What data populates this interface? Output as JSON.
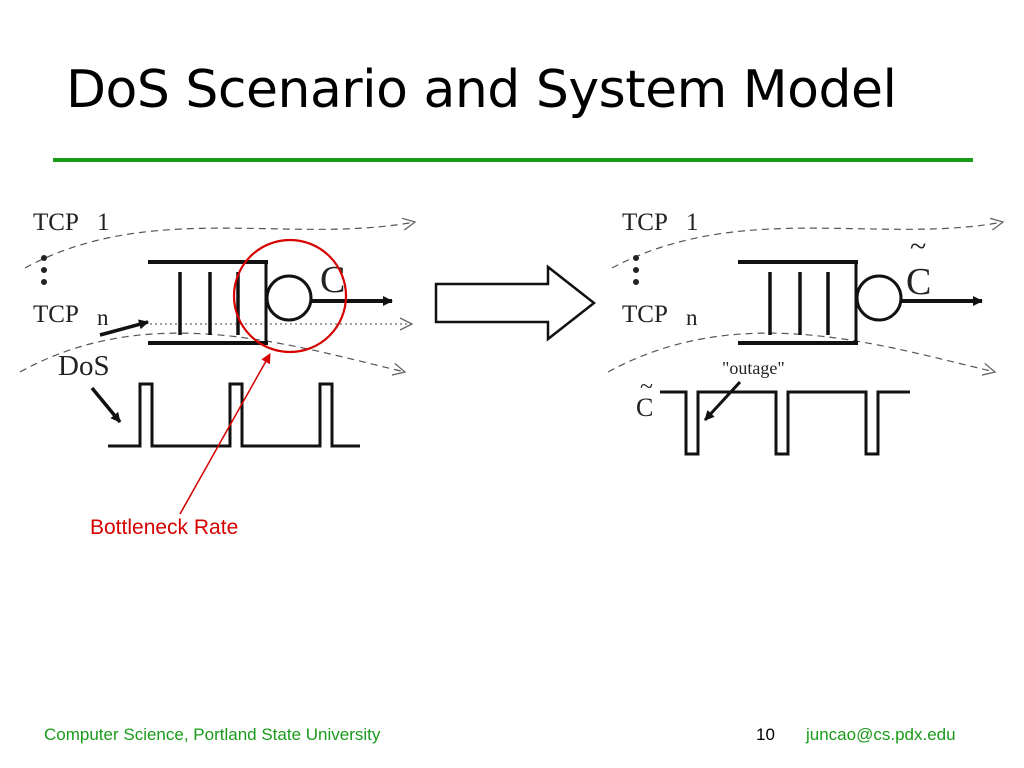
{
  "slide": {
    "title": "DoS Scenario and System Model"
  },
  "diagram": {
    "left": {
      "flow_top_label": "TCP",
      "flow_top_index": "1",
      "flow_bottom_label": "TCP",
      "flow_bottom_index": "n",
      "capacity_symbol": "C",
      "attack_label": "DoS"
    },
    "right": {
      "flow_top_label": "TCP",
      "flow_top_index": "1",
      "flow_bottom_label": "TCP",
      "flow_bottom_index": "n",
      "capacity_symbol": "C",
      "capacity_tilde": "~",
      "waveform_symbol": "C",
      "waveform_tilde": "~",
      "outage_label": "\"outage\""
    },
    "annotation": "Bottleneck Rate",
    "colors": {
      "annotation": "#d60000",
      "rule": "#1a9a1a",
      "ink": "#111111"
    }
  },
  "footer": {
    "institution": "Computer Science, Portland State University",
    "page_number": "10",
    "email": "juncao@cs.pdx.edu"
  }
}
